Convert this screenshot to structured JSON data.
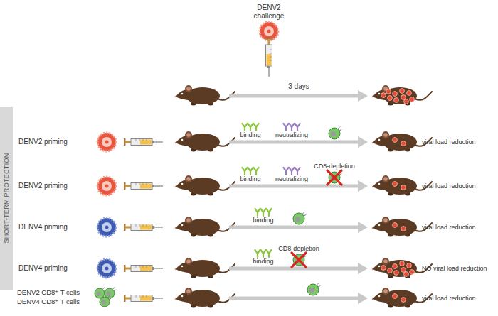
{
  "diagram": {
    "nodes": [
      {
        "text": [
          "SHORT-TERM PROTECTION"
        ]
      }
    ],
    "labels": [
      "DENV2 challenge",
      "3 days",
      "DENV2 priming",
      "binding",
      "neutralizing",
      "viral load reduction",
      "DENV2 priming",
      "binding",
      "neutralizing",
      "CD8-depletion",
      "viral load reduction",
      "DENV4 priming",
      "binding",
      "viral load reduction",
      "DENV4 priming",
      "binding",
      "CD8-depletion",
      "NO viral load reduction",
      "DENV2 CD8⁺ T cells",
      "DENV4 CD8⁺ T cells",
      "viral load reduction"
    ]
  }
}
